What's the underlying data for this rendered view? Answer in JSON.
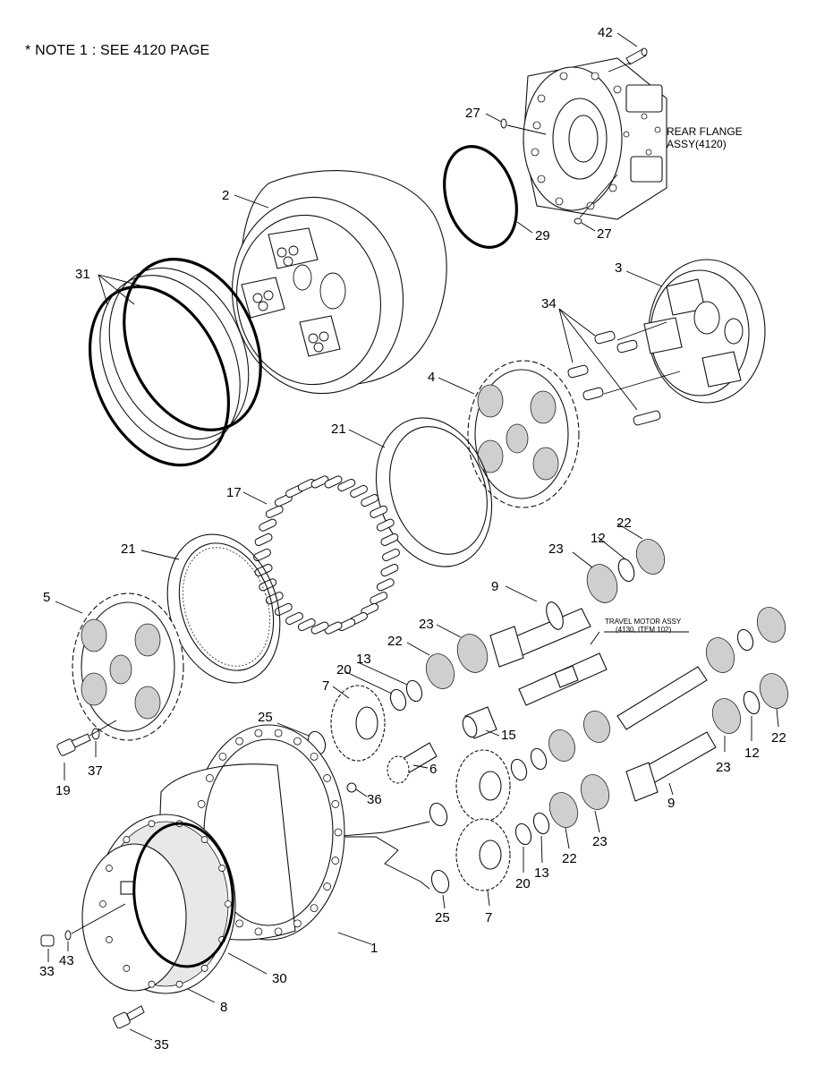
{
  "note": "* NOTE 1 :  SEE 4120 PAGE",
  "assy_labels": {
    "rear_flange_line1": "REAR FLANGE",
    "rear_flange_line2": "ASSY(4120)",
    "travel_motor_line1": "TRAVEL MOTOR ASSY",
    "travel_motor_line2": "(4130, ITEM 102)"
  },
  "callouts": {
    "c42": "42",
    "c27a": "27",
    "c27b": "27",
    "c2": "2",
    "c29": "29",
    "c31": "31",
    "c3": "3",
    "c34": "34",
    "c4": "4",
    "c21a": "21",
    "c17": "17",
    "c22a": "22",
    "c12a": "12",
    "c23a": "23",
    "c21b": "21",
    "c9a": "9",
    "c5": "5",
    "c23b": "23",
    "c22b": "22",
    "c13a": "13",
    "c20a": "20",
    "c7a": "7",
    "c25a": "25",
    "c15": "15",
    "c6": "6",
    "c36": "36",
    "c37": "37",
    "c19": "19",
    "c22c": "22",
    "c12b": "12",
    "c23c": "23",
    "c9b": "9",
    "c23d": "23",
    "c22d": "22",
    "c13b": "13",
    "c20b": "20",
    "c7b": "7",
    "c25b": "25",
    "c1": "1",
    "c30": "30",
    "c8": "8",
    "c33": "33",
    "c43": "43",
    "c35": "35"
  }
}
